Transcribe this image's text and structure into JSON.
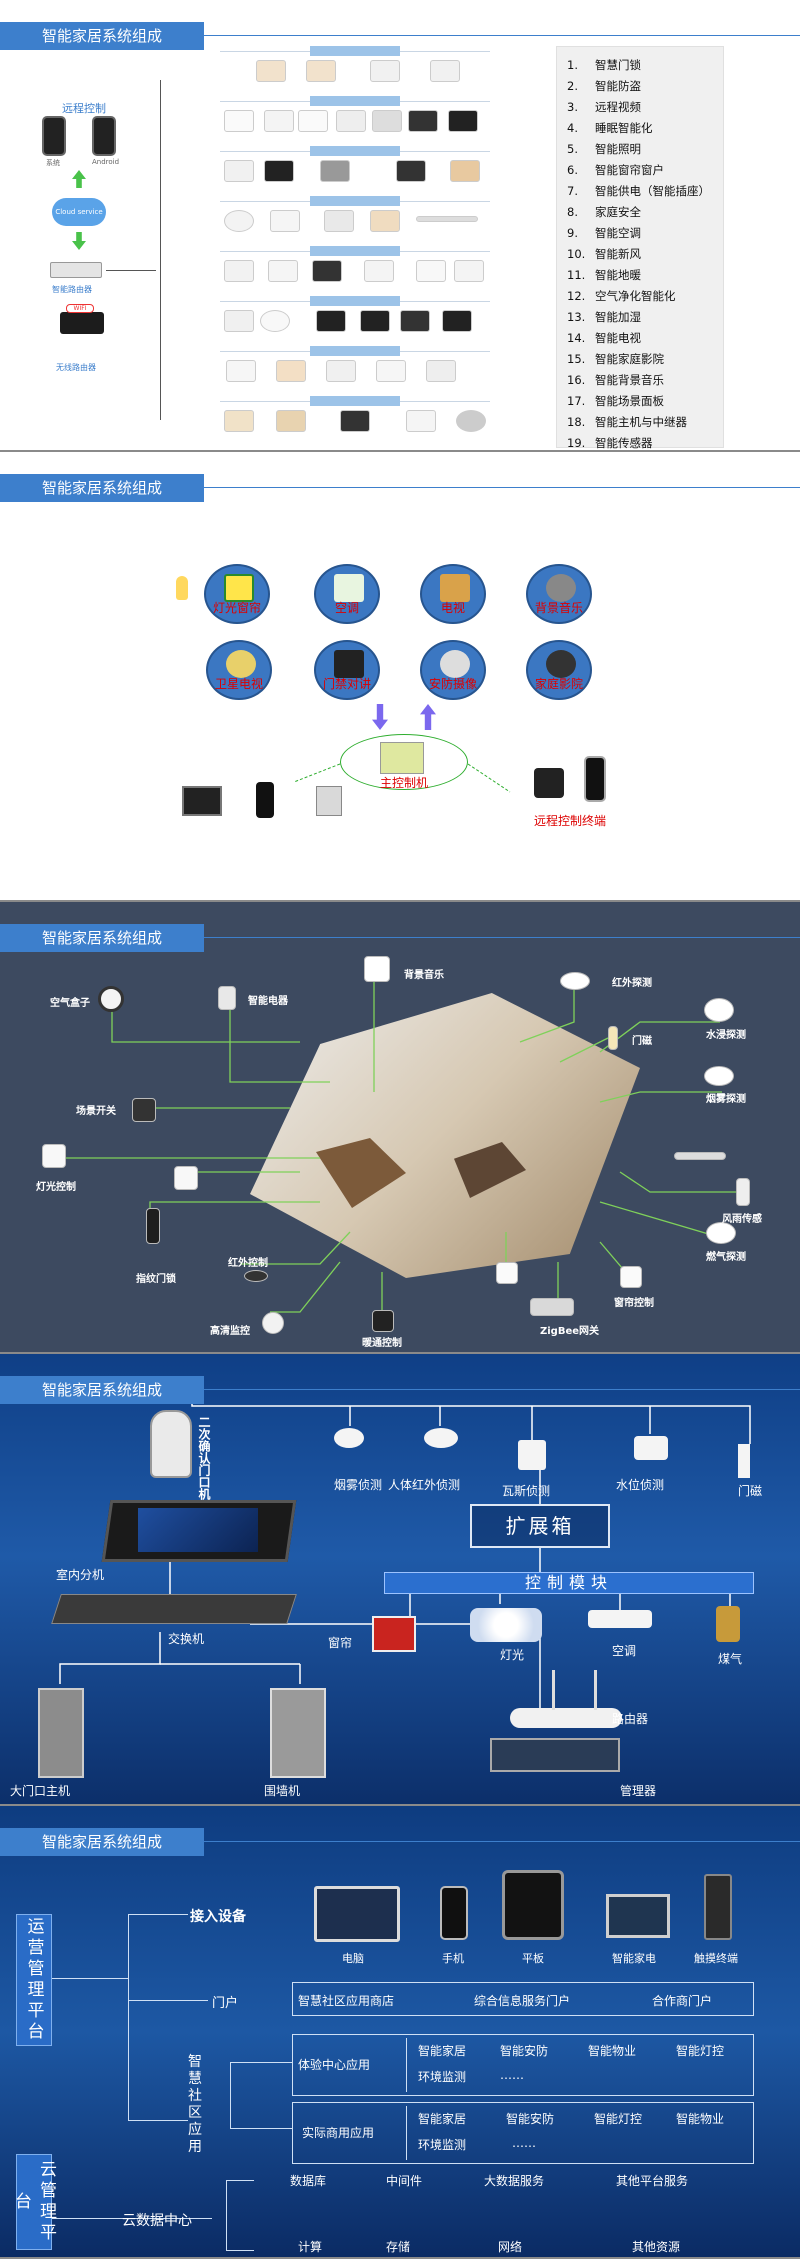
{
  "slide_title": "智能家居系统组成",
  "s1": {
    "left_labels": [
      "远程控制",
      "系统",
      "Android",
      "Cloud service",
      "智能路由器",
      "无线路由器"
    ],
    "list": [
      {
        "n": "1.",
        "t": "智慧门锁"
      },
      {
        "n": "2.",
        "t": "智能防盗"
      },
      {
        "n": "3.",
        "t": "远程视频"
      },
      {
        "n": "4.",
        "t": "睡眠智能化"
      },
      {
        "n": "5.",
        "t": "智能照明"
      },
      {
        "n": "6.",
        "t": "智能窗帘窗户"
      },
      {
        "n": "7.",
        "t": "智能供电（智能插座）"
      },
      {
        "n": "8.",
        "t": "家庭安全"
      },
      {
        "n": "9.",
        "t": "智能空调"
      },
      {
        "n": "10.",
        "t": "智能新风"
      },
      {
        "n": "11.",
        "t": "智能地暖"
      },
      {
        "n": "12.",
        "t": "空气净化智能化"
      },
      {
        "n": "13.",
        "t": "智能加湿"
      },
      {
        "n": "14.",
        "t": "智能电视"
      },
      {
        "n": "15.",
        "t": "智能家庭影院"
      },
      {
        "n": "16.",
        "t": "智能背景音乐"
      },
      {
        "n": "17.",
        "t": "智能场景面板"
      },
      {
        "n": "18.",
        "t": "智能主机与中继器"
      },
      {
        "n": "19.",
        "t": "智能传感器"
      }
    ]
  },
  "s2": {
    "nodes": [
      "灯光窗帘",
      "空调",
      "电视",
      "背景音乐",
      "卫星电视",
      "门禁对讲",
      "安防摄像",
      "家庭影院"
    ],
    "center": "主控制机",
    "remote": "远程控制终端"
  },
  "s3": {
    "labels": [
      "空气盒子",
      "智能电器",
      "背景音乐",
      "红外探测",
      "水浸探测",
      "门磁",
      "烟雾探测",
      "场景开关",
      "灯光控制",
      "风雨传感",
      "燃气探测",
      "指纹门锁",
      "红外控制",
      "窗帘控制",
      "高清监控",
      "暖通控制",
      "ZigBee网关"
    ]
  },
  "s4": {
    "labels": [
      "二次确认门口机",
      "烟雾侦测",
      "人体红外侦测",
      "瓦斯侦测",
      "水位侦测",
      "门磁",
      "室内分机",
      "交换机",
      "窗帘",
      "灯光",
      "空调",
      "煤气",
      "路由器",
      "管理器",
      "大门口主机",
      "围墙机"
    ],
    "ext_box": "扩展箱",
    "ctrl_bar": "控制模块"
  },
  "s5": {
    "platform_ops": "运营管理平台",
    "platform_cloud": "云管理平台",
    "access": "接入设备",
    "devices": [
      "电脑",
      "手机",
      "平板",
      "智能家电",
      "触摸终端"
    ],
    "portal": "门户",
    "portal_items": [
      "智慧社区应用商店",
      "综合信息服务门户",
      "合作商门户"
    ],
    "community": "智慧社区应用",
    "exp_center": "体验中心应用",
    "exp_items": [
      "智能家居",
      "智能安防",
      "智能物业",
      "智能灯控",
      "环境监测",
      "……"
    ],
    "real_use": "实际商用应用",
    "real_items": [
      "智能家居",
      "智能安防",
      "智能灯控",
      "智能物业",
      "环境监测",
      "……"
    ],
    "bigdata": "云数据中心",
    "bigdata_row1": [
      "数据库",
      "中间件",
      "大数据服务",
      "其他平台服务"
    ],
    "bigdata_row2": [
      "计算",
      "存储",
      "网络",
      "其他资源"
    ]
  }
}
